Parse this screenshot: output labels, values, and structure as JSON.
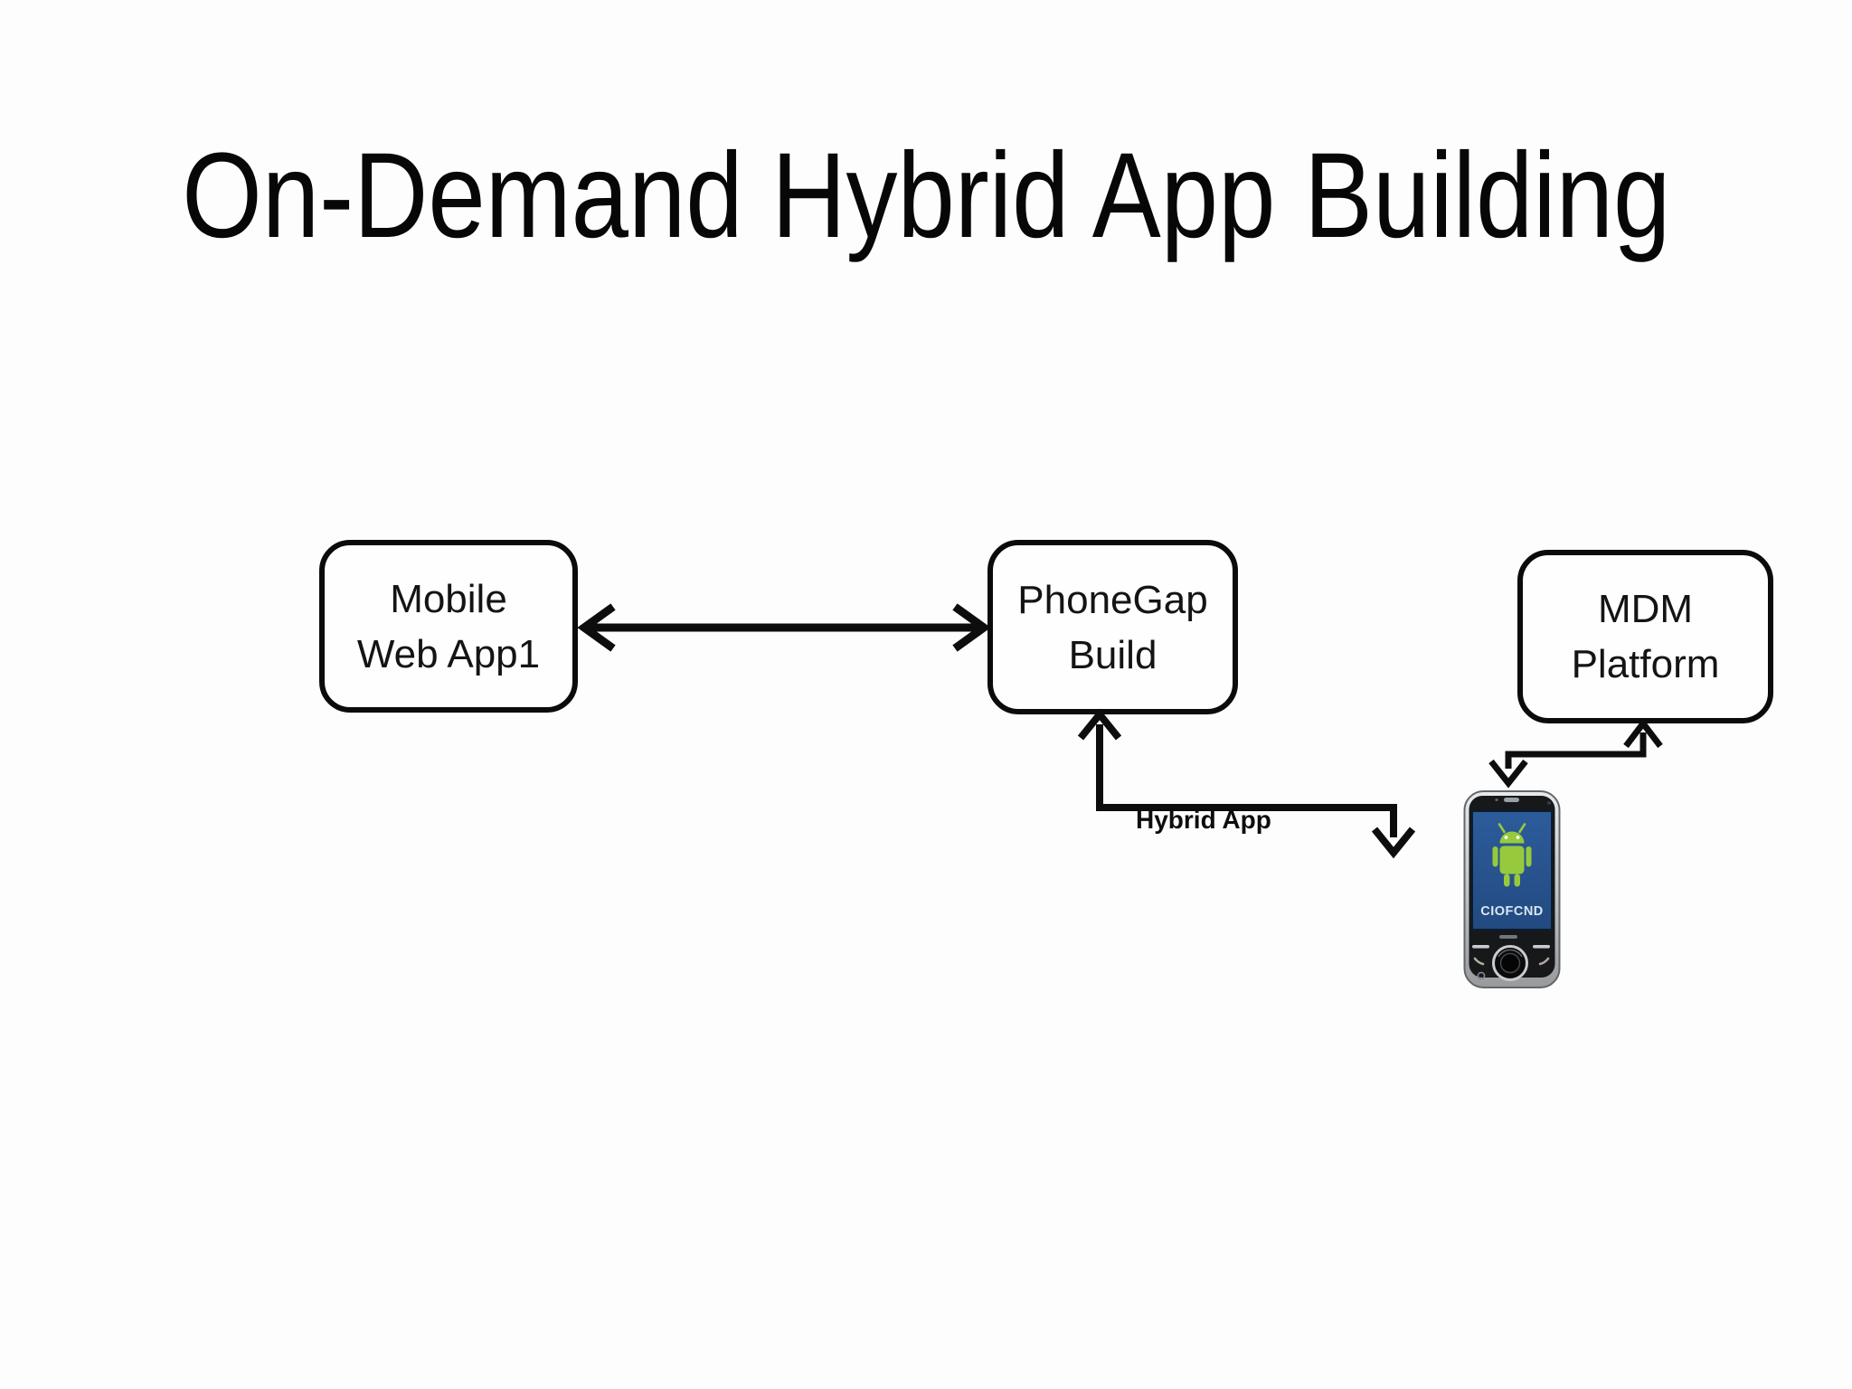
{
  "slide": {
    "title": "On-Demand Hybrid App Building"
  },
  "diagram": {
    "nodes": [
      {
        "id": "mobile-web-app",
        "line1": "Mobile",
        "line2": "Web App1"
      },
      {
        "id": "phonegap-build",
        "line1": "PhoneGap",
        "line2": "Build"
      },
      {
        "id": "mdm-platform",
        "line1": "MDM",
        "line2": "Platform"
      }
    ],
    "edges": [
      {
        "from": "mobile-web-app",
        "to": "phonegap-build",
        "style": "double-arrow",
        "label": ""
      },
      {
        "from": "phonegap-build",
        "to": "android-device",
        "style": "double-arrow",
        "label": "Hybrid App"
      },
      {
        "from": "mdm-platform",
        "to": "android-device",
        "style": "double-arrow",
        "label": ""
      }
    ]
  },
  "device": {
    "screen_text": "CIOFCND"
  },
  "colors": {
    "ink": "#0d0d0d",
    "screen_blue": "#27538f",
    "robot_green": "#97c93d"
  }
}
